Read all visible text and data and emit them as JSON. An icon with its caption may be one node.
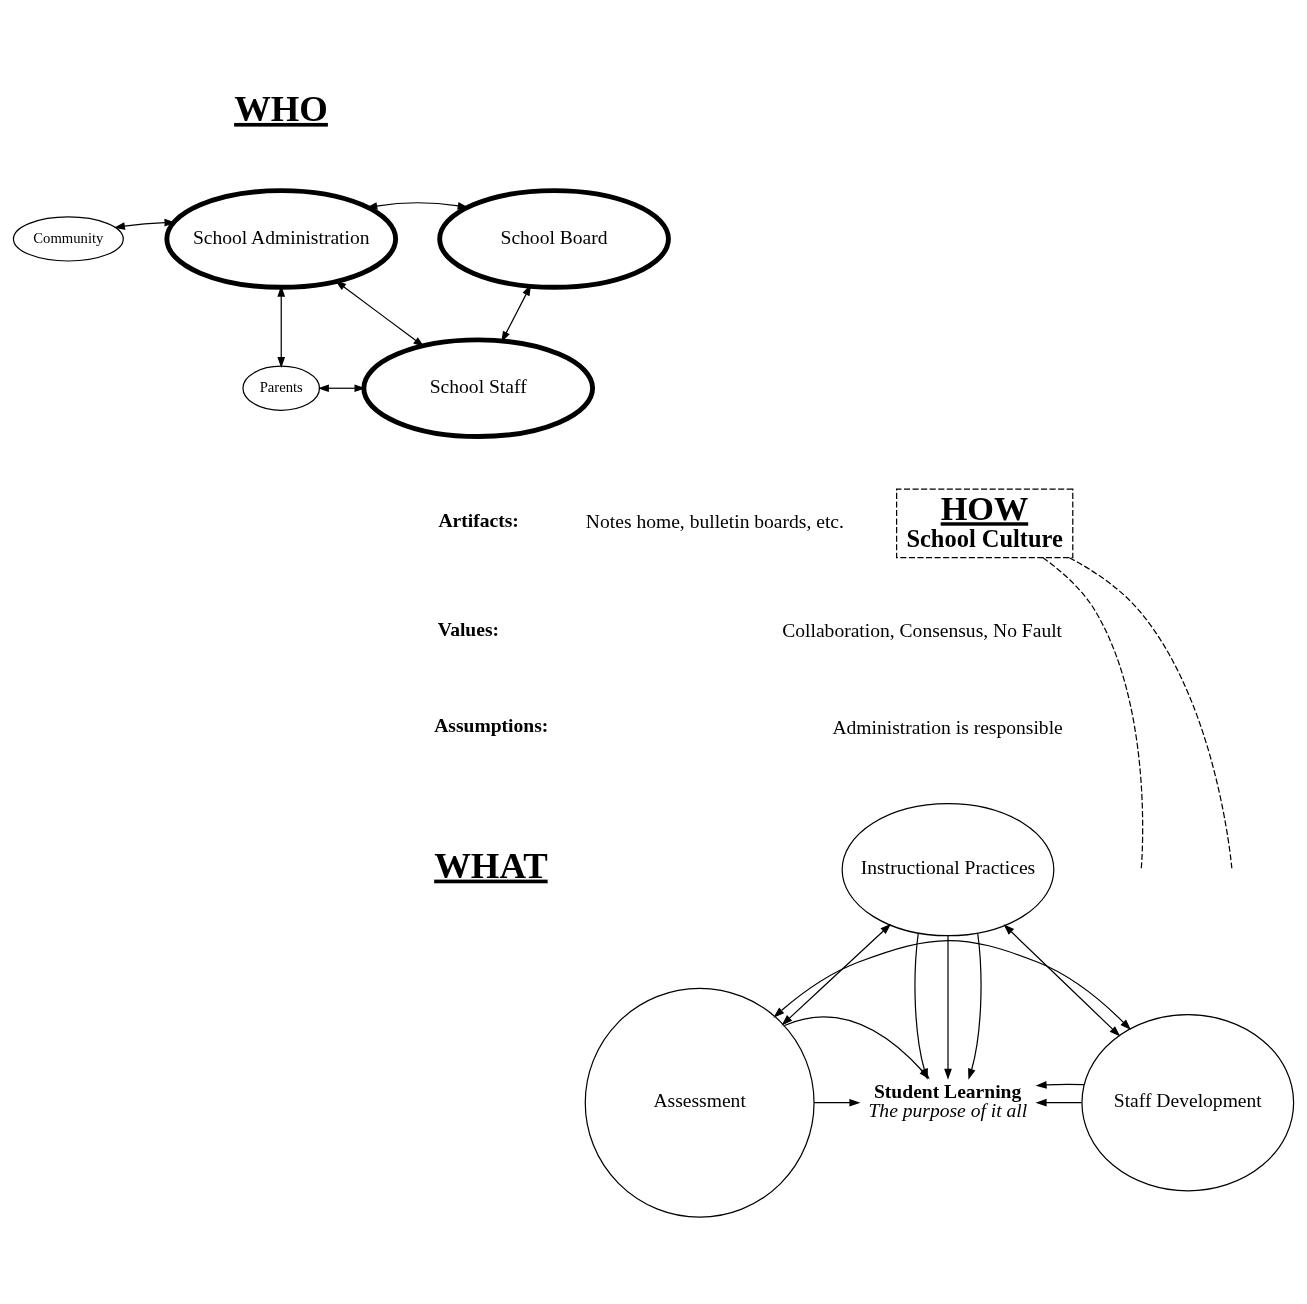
{
  "diagram": {
    "nodes": [
      {
        "text": [
          "Community"
        ]
      },
      {
        "text": [
          "School Administration"
        ]
      },
      {
        "text": [
          "School Board"
        ]
      },
      {
        "text": [
          "Parents"
        ]
      },
      {
        "text": [
          "School Staff"
        ]
      },
      {
        "text": [
          "HOW",
          "School Culture"
        ]
      },
      {
        "text": [
          "Instructional Practices"
        ]
      },
      {
        "text": [
          "Assessment"
        ]
      },
      {
        "text": [
          "Student Learning",
          "The purpose of it all"
        ]
      },
      {
        "text": [
          "Staff Development"
        ]
      }
    ],
    "edges": [
      {
        "from": 0,
        "to": 1,
        "arrow": "both"
      },
      {
        "from": 1,
        "to": 2,
        "arrow": "both"
      },
      {
        "from": 3,
        "to": 1,
        "arrow": "both"
      },
      {
        "from": 1,
        "to": 4,
        "arrow": "both"
      },
      {
        "from": 2,
        "to": 4,
        "arrow": "both"
      },
      {
        "from": 3,
        "to": 4,
        "arrow": "both"
      },
      {
        "from": 5,
        "to": null,
        "arrow": "none",
        "style": "dashed"
      },
      {
        "from": 5,
        "to": null,
        "arrow": "none",
        "style": "dashed"
      },
      {
        "from": 7,
        "to": 6,
        "arrow": "both"
      },
      {
        "from": 6,
        "to": 9,
        "arrow": "both"
      },
      {
        "from": 6,
        "to": 8,
        "arrow": "to"
      },
      {
        "from": 6,
        "to": 8,
        "arrow": "to"
      },
      {
        "from": 6,
        "to": 8,
        "arrow": "to"
      },
      {
        "from": 7,
        "to": 8,
        "arrow": "to"
      },
      {
        "from": 7,
        "to": 8,
        "arrow": "to"
      },
      {
        "from": 9,
        "to": 8,
        "arrow": "to"
      },
      {
        "from": 9,
        "to": 8,
        "arrow": "to"
      },
      {
        "from": 7,
        "to": 9,
        "arrow": "both"
      }
    ],
    "labels": [
      "WHO",
      "Artifacts:",
      "Notes home, bulletin boards, etc.",
      "Values:",
      "Collaboration, Consensus, No Fault",
      "Assumptions:",
      "Administration is responsible",
      "WHAT"
    ]
  }
}
